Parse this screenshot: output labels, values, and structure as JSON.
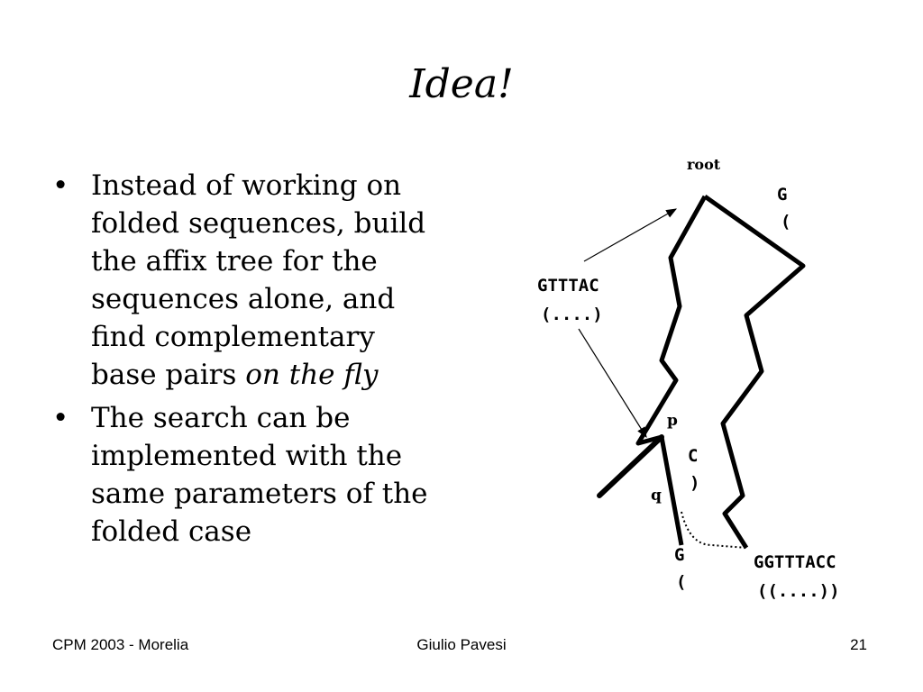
{
  "slide": {
    "title": "Idea!",
    "bullets": [
      {
        "text": "Instead of working on folded sequences, build the affix tree for the sequences alone, and find complementary base pairs ",
        "emphasis": "on the fly"
      },
      {
        "text": "The search can be implemented with the same parameters of the folded case",
        "emphasis": ""
      }
    ],
    "bullet_symbol": "•"
  },
  "diagram": {
    "root_label": "root",
    "g_top": "G",
    "paren_top": "(",
    "seq_left": "GTTTAC",
    "struct_left": "(....)",
    "p_label": "p",
    "c_label": "C",
    "paren_c": ")",
    "q_label": "q",
    "g_bottom": "G",
    "paren_bottom": "(",
    "seq_right": "GGTTTACC",
    "struct_right": "((....))"
  },
  "footer": {
    "left": "CPM 2003 - Morelia",
    "center": "Giulio Pavesi",
    "page_number": "21"
  }
}
